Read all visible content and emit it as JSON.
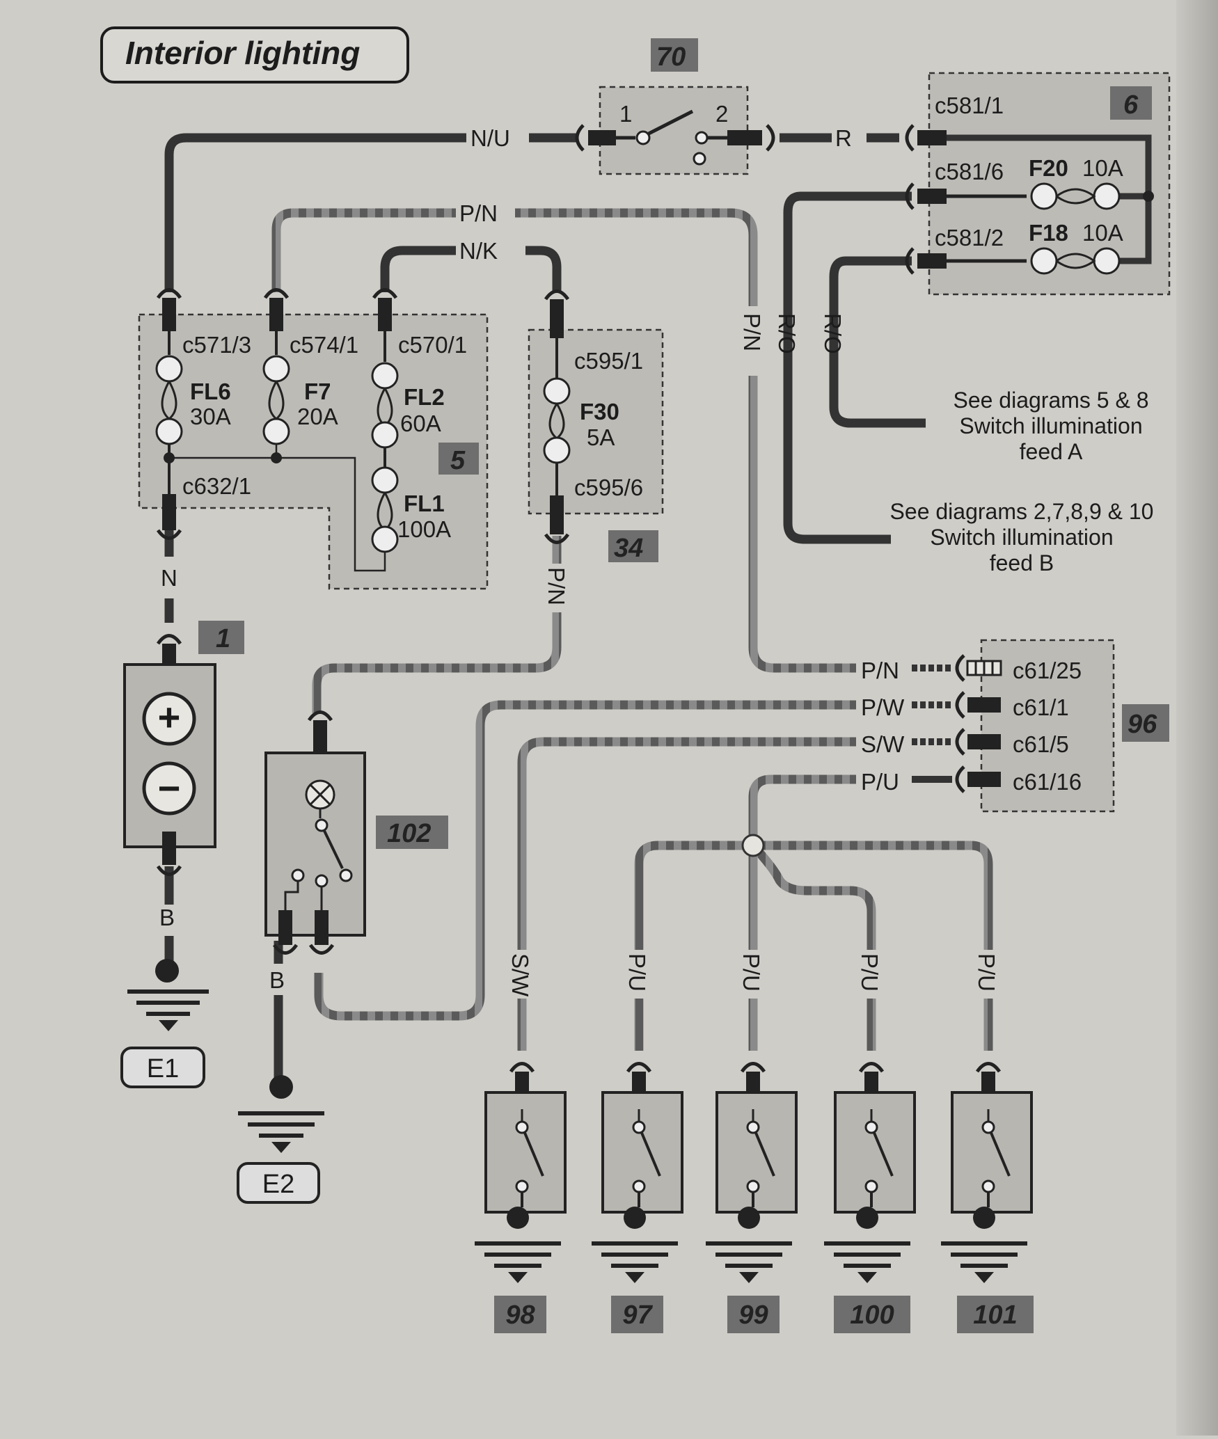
{
  "title": "Interior lighting",
  "components": {
    "switch_70": {
      "id": "70",
      "pin1": "1",
      "pin2": "2"
    },
    "fusebox_6": {
      "id": "6",
      "connectors": [
        "c581/1",
        "c581/6",
        "c581/2"
      ],
      "fuses": [
        {
          "name": "F20",
          "rating": "10A"
        },
        {
          "name": "F18",
          "rating": "10A"
        }
      ]
    },
    "fusebox_5": {
      "id": "5",
      "connectors": [
        "c571/3",
        "c574/1",
        "c570/1",
        "c632/1"
      ],
      "fuses": [
        {
          "name": "FL6",
          "rating": "30A"
        },
        {
          "name": "F7",
          "rating": "20A"
        },
        {
          "name": "FL2",
          "rating": "60A"
        },
        {
          "name": "FL1",
          "rating": "100A"
        }
      ]
    },
    "fusebox_34": {
      "id": "34",
      "connectors": [
        "c595/1",
        "c595/6"
      ],
      "fuse": {
        "name": "F30",
        "rating": "5A"
      }
    },
    "battery_1": {
      "id": "1",
      "plus": "+",
      "minus": "−"
    },
    "lamp_102": {
      "id": "102"
    },
    "module_96": {
      "id": "96",
      "pins": [
        {
          "wire": "P/N",
          "connector": "c61/25"
        },
        {
          "wire": "P/W",
          "connector": "c61/1"
        },
        {
          "wire": "S/W",
          "connector": "c61/5"
        },
        {
          "wire": "P/U",
          "connector": "c61/16"
        }
      ]
    },
    "door_switches": [
      {
        "id": "98",
        "wire": "S/W"
      },
      {
        "id": "97",
        "wire": "P/U"
      },
      {
        "id": "99",
        "wire": "P/U"
      },
      {
        "id": "100",
        "wire": "P/U"
      },
      {
        "id": "101",
        "wire": "P/U"
      }
    ]
  },
  "wires": {
    "nu": "N/U",
    "r": "R",
    "pn": "P/N",
    "nk": "N/K",
    "n": "N",
    "b": "B",
    "ro": "R/O"
  },
  "grounds": [
    "E1",
    "E2"
  ],
  "notes": {
    "feed_a": [
      "See diagrams 5 & 8",
      "Switch illumination",
      "feed A"
    ],
    "feed_b": [
      "See diagrams 2,7,8,9 & 10",
      "Switch illumination",
      "feed B"
    ]
  }
}
